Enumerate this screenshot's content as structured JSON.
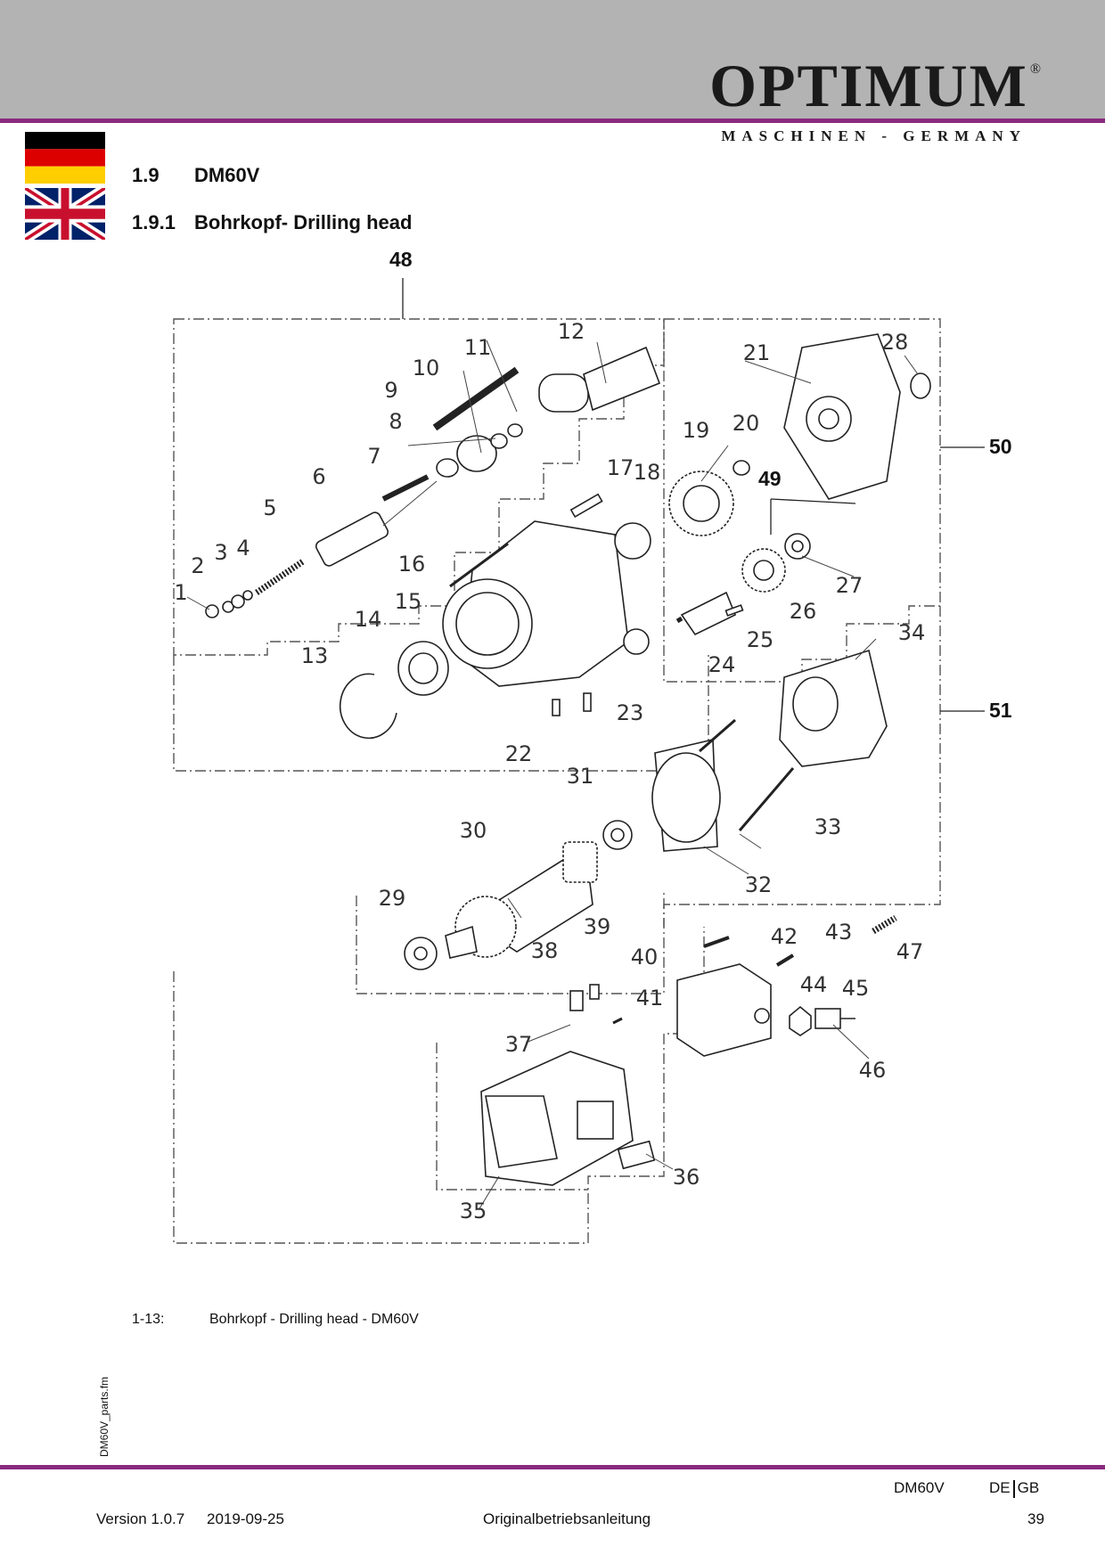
{
  "brand": {
    "name": "OPTIMUM",
    "mark": "®",
    "tagline": "MASCHINEN - GERMANY"
  },
  "flags": [
    "german-flag",
    "uk-flag"
  ],
  "section": {
    "number": "1.9",
    "title": "DM60V"
  },
  "subsection": {
    "number": "1.9.1",
    "title": "Bohrkopf- Drilling head"
  },
  "assembly_callouts": [
    "48",
    "49",
    "50",
    "51"
  ],
  "part_labels": [
    "1",
    "2",
    "3",
    "4",
    "5",
    "6",
    "7",
    "8",
    "9",
    "10",
    "11",
    "12",
    "13",
    "14",
    "15",
    "16",
    "17",
    "18",
    "19",
    "20",
    "21",
    "22",
    "23",
    "24",
    "25",
    "26",
    "27",
    "28",
    "29",
    "30",
    "31",
    "32",
    "33",
    "34",
    "35",
    "36",
    "37",
    "38",
    "39",
    "40",
    "41",
    "42",
    "43",
    "44",
    "45",
    "46",
    "47"
  ],
  "caption": {
    "number": "1-13:",
    "text": "Bohrkopf - Drilling head - DM60V"
  },
  "side_file": "DM60V_parts.fm",
  "footer": {
    "model": "DM60V",
    "lang_de": "DE",
    "lang_gb": "GB",
    "version": "Version 1.0.7",
    "date": "2019-09-25",
    "doc_title": "Originalbetriebsanleitung",
    "page": "39"
  },
  "colors": {
    "header_band": "#b3b3b3",
    "accent_rule": "#8a2a7f"
  }
}
